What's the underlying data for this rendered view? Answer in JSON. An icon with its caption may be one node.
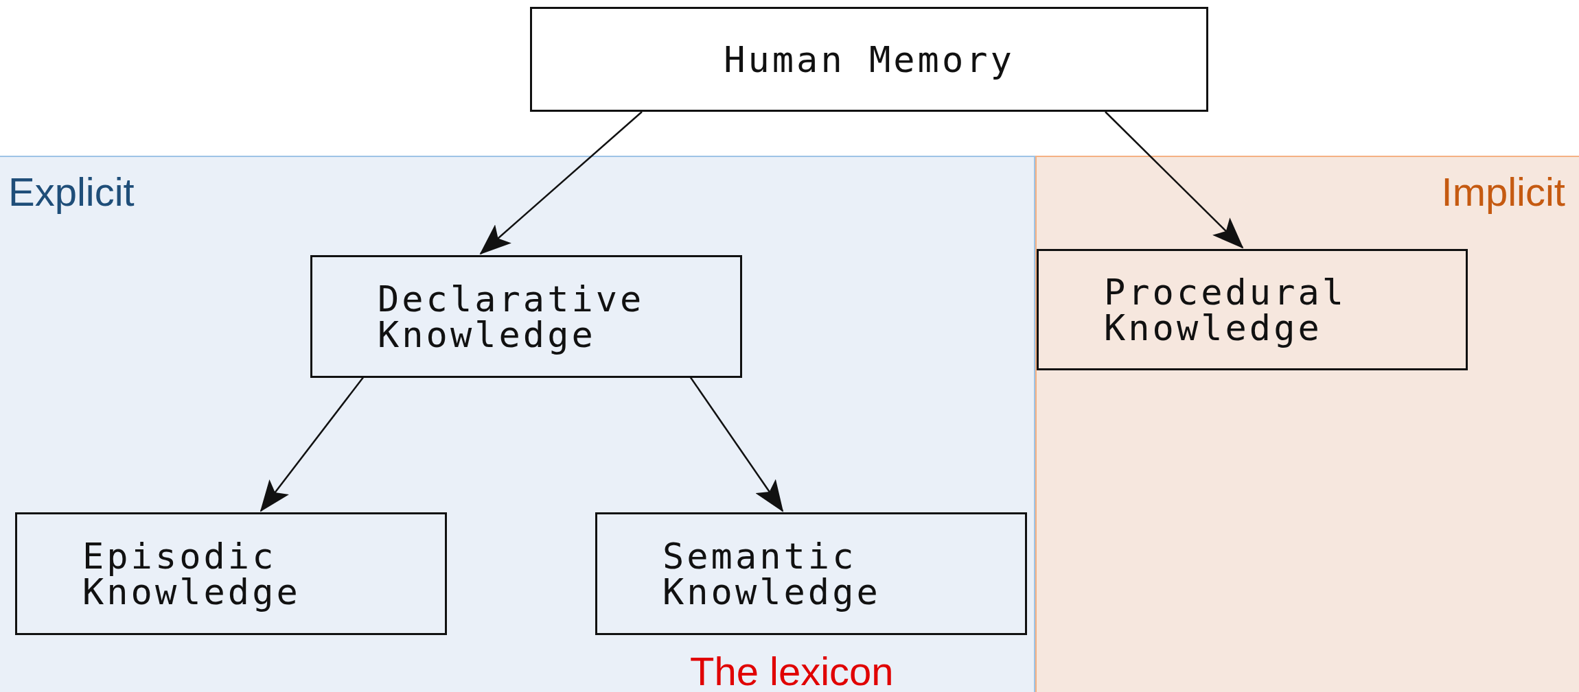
{
  "diagram": {
    "nodes": [
      {
        "text": [
          "Human Memory"
        ]
      },
      {
        "text": [
          "Explicit"
        ]
      },
      {
        "text": [
          "Declarative Knowledge"
        ],
        "in": 1
      },
      {
        "text": [
          "Episodic Knowledge"
        ],
        "in": 1
      },
      {
        "text": [
          "Semantic Knowledge"
        ],
        "in": 1,
        "beside": [
          "The lexicon"
        ]
      },
      {
        "text": [
          "Implicit"
        ]
      },
      {
        "text": [
          "Procedural Knowledge"
        ],
        "in": 5
      }
    ],
    "edges": [
      {
        "from": 0,
        "to": 2,
        "arrow": "to"
      },
      {
        "from": 0,
        "to": 6,
        "arrow": "to"
      },
      {
        "from": 2,
        "to": 3,
        "arrow": "to"
      },
      {
        "from": 2,
        "to": 4,
        "arrow": "to"
      }
    ]
  }
}
